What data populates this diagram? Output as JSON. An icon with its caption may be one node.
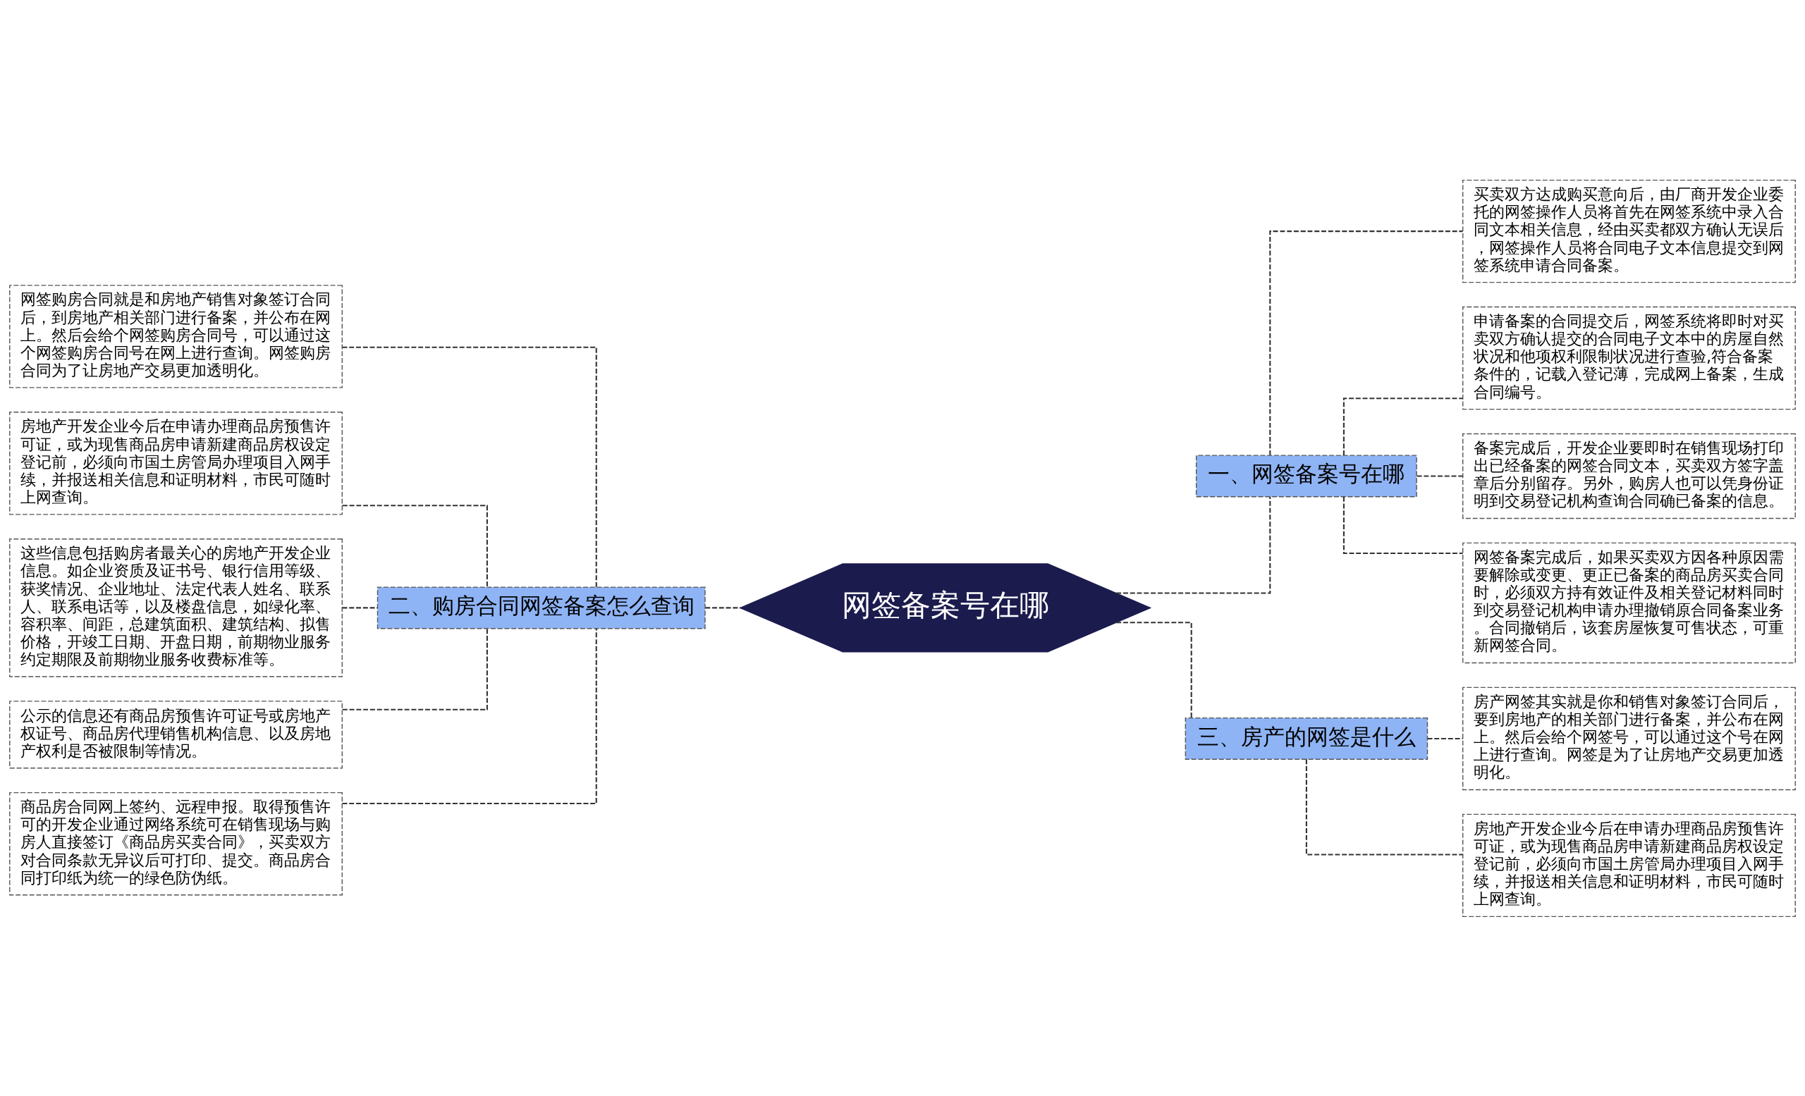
{
  "diagram": {
    "nodes": [
      {
        "text": [
          "网签备案号在哪"
        ]
      },
      {
        "text": [
          "一、网签备案号在哪"
        ]
      },
      {
        "text": [
          "买卖双方达成购买意向后，由厂商开发企业委托的网签操作人员将首先在网签系统中录入合同文本相关信息，经由买卖都双方确认无误后，网签操作人员将合同电子文本信息提交到网签系统申请合同备案。"
        ]
      },
      {
        "text": [
          "申请备案的合同提交后，网签系统将即时对买卖双方确认提交的合同电子文本中的房屋自然状况和他项权利限制状况进行查验,符合备案条件的，记载入登记薄，完成网上备案，生成合同编号。"
        ]
      },
      {
        "text": [
          "备案完成后，开发企业要即时在销售现场打印出已经备案的网签合同文本，买卖双方签字盖章后分别留存。另外，购房人也可以凭身份证明到交易登记机构查询合同确已备案的信息。"
        ]
      },
      {
        "text": [
          "网签备案完成后，如果买卖双方因各种原因需要解除或变更、更正已备案的商品房买卖合同时，必须双方持有效证件及相关登记材料同时到交易登记机构申请办理撤销原合同备案业务。合同撤销后，该套房屋恢复可售状态，可重新网签合同。"
        ]
      },
      {
        "text": [
          "三、房产的网签是什么"
        ]
      },
      {
        "text": [
          "房产网签其实就是你和销售对象签订合同后，要到房地产的相关部门进行备案，并公布在网上。然后会给个网签号，可以通过这个号在网上进行查询。网签是为了让房地产交易更加透明化。"
        ]
      },
      {
        "text": [
          "房地产开发企业今后在申请办理商品房预售许可证，或为现售商品房申请新建商品房权设定登记前，必须向市国土房管局办理项目入网手续，并报送相关信息和证明材料，市民可随时上网查询。"
        ]
      },
      {
        "text": [
          "二、购房合同网签备案怎么查询"
        ]
      },
      {
        "text": [
          "网签购房合同就是和房地产销售对象签订合同后，到房地产相关部门进行备案，并公布在网上。然后会给个网签购房合同号，可以通过这个网签购房合同号在网上进行查询。网签购房合同为了让房地产交易更加透明化。"
        ]
      },
      {
        "text": [
          "房地产开发企业今后在申请办理商品房预售许可证，或为现售商品房申请新建商品房权设定登记前，必须向市国土房管局办理项目入网手续，并报送相关信息和证明材料，市民可随时上网查询。"
        ]
      },
      {
        "text": [
          "这些信息包括购房者最关心的房地产开发企业信息。如企业资质及证书号、银行信用等级、获奖情况、企业地址、法定代表人姓名、联系人、联系电话等，以及楼盘信息，如绿化率、容积率、间距，总建筑面积、建筑结构、拟售价格，开竣工日期、开盘日期，前期物业服务约定期限及前期物业服务收费标准等。"
        ]
      },
      {
        "text": [
          "公示的信息还有商品房预售许可证号或房地产权证号、商品房代理销售机构信息、以及房地产权利是否被限制等情况。"
        ]
      },
      {
        "text": [
          "商品房合同网上签约、远程申报。取得预售许可的开发企业通过网络系统可在销售现场与购房人直接签订《商品房买卖合同》，买卖双方对合同条款无异议后可打印、提交。商品房合同打印纸为统一的绿色防伪纸。"
        ]
      }
    ],
    "edges": [
      {
        "from": 0,
        "to": 1,
        "arrow": "none",
        "style": "dashed"
      },
      {
        "from": 1,
        "to": 2,
        "arrow": "none",
        "style": "dashed"
      },
      {
        "from": 1,
        "to": 3,
        "arrow": "none",
        "style": "dashed"
      },
      {
        "from": 1,
        "to": 4,
        "arrow": "none",
        "style": "dashed"
      },
      {
        "from": 1,
        "to": 5,
        "arrow": "none",
        "style": "dashed"
      },
      {
        "from": 0,
        "to": 6,
        "arrow": "none",
        "style": "dashed"
      },
      {
        "from": 6,
        "to": 7,
        "arrow": "none",
        "style": "dashed"
      },
      {
        "from": 6,
        "to": 8,
        "arrow": "none",
        "style": "dashed"
      },
      {
        "from": 0,
        "to": 9,
        "arrow": "none",
        "style": "dashed"
      },
      {
        "from": 9,
        "to": 10,
        "arrow": "none",
        "style": "dashed"
      },
      {
        "from": 9,
        "to": 11,
        "arrow": "none",
        "style": "dashed"
      },
      {
        "from": 9,
        "to": 12,
        "arrow": "none",
        "style": "dashed"
      },
      {
        "from": 9,
        "to": 13,
        "arrow": "none",
        "style": "dashed"
      },
      {
        "from": 9,
        "to": 14,
        "arrow": "none",
        "style": "dashed"
      }
    ]
  }
}
